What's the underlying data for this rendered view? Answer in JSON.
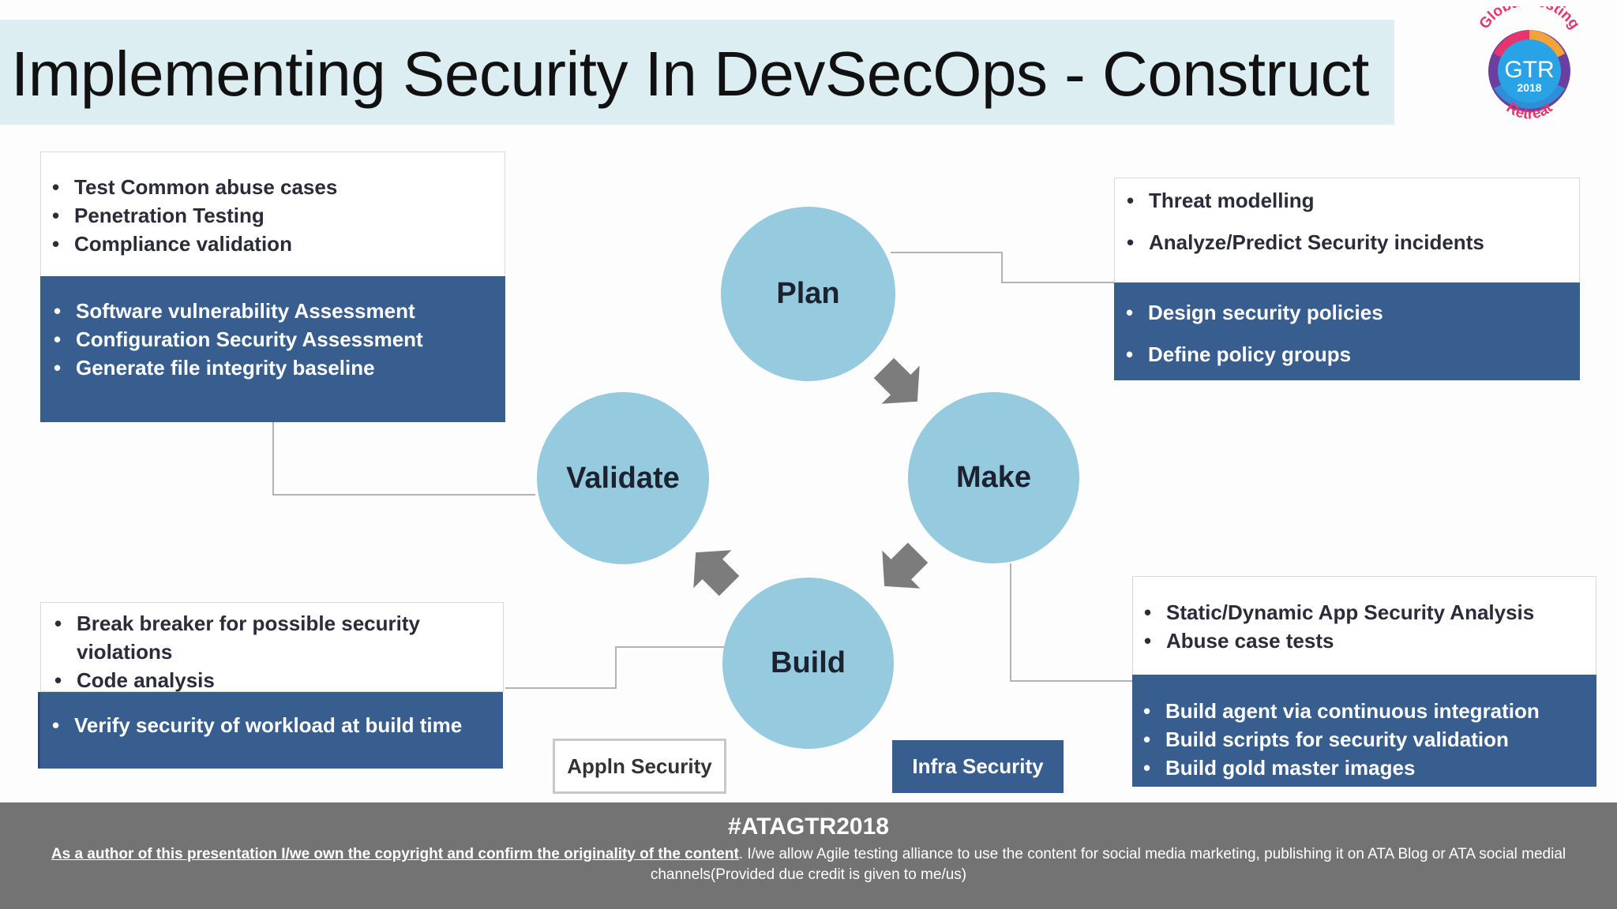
{
  "title": "Implementing Security In DevSecOps - Construct",
  "logo": {
    "top_text": "Global Testing",
    "main_text": "GTR",
    "year": "2018",
    "bottom_text": "Retreat"
  },
  "phases": {
    "plan": "Plan",
    "make": "Make",
    "build": "Build",
    "validate": "Validate"
  },
  "validate_box": {
    "appln_items": [
      "Test Common abuse cases",
      "Penetration Testing",
      "Compliance validation"
    ],
    "infra_items": [
      "Software vulnerability Assessment",
      "Configuration Security Assessment",
      "Generate file integrity baseline"
    ]
  },
  "plan_box": {
    "appln_items": [
      "Threat modelling",
      "Analyze/Predict Security incidents"
    ],
    "infra_items": [
      "Design security policies",
      "Define policy groups"
    ]
  },
  "build_box": {
    "appln_items": [
      "Break breaker for possible security violations",
      "Code analysis"
    ],
    "infra_items": [
      "Verify security of workload at build time"
    ]
  },
  "make_box": {
    "appln_items": [
      "Static/Dynamic App Security Analysis",
      "Abuse case tests"
    ],
    "infra_items": [
      "Build agent via  continuous integration",
      "Build scripts for security validation",
      "Build gold master images"
    ]
  },
  "legend": {
    "appln": "Appln Security",
    "infra": "Infra Security"
  },
  "colors": {
    "circle": "#96cadf",
    "infra_box": "#385d8f",
    "title_band": "#dceef2",
    "footer": "#737373"
  },
  "footer": {
    "hashtag": "#ATAGTR2018",
    "note_underlined": "As a author of this presentation I/we own the copyright and confirm the originality of the content",
    "note_rest": ". I/we allow Agile testing alliance to use the content for social media marketing, publishing it on ATA Blog or ATA social medial channels(Provided due credit is given to me/us)"
  }
}
